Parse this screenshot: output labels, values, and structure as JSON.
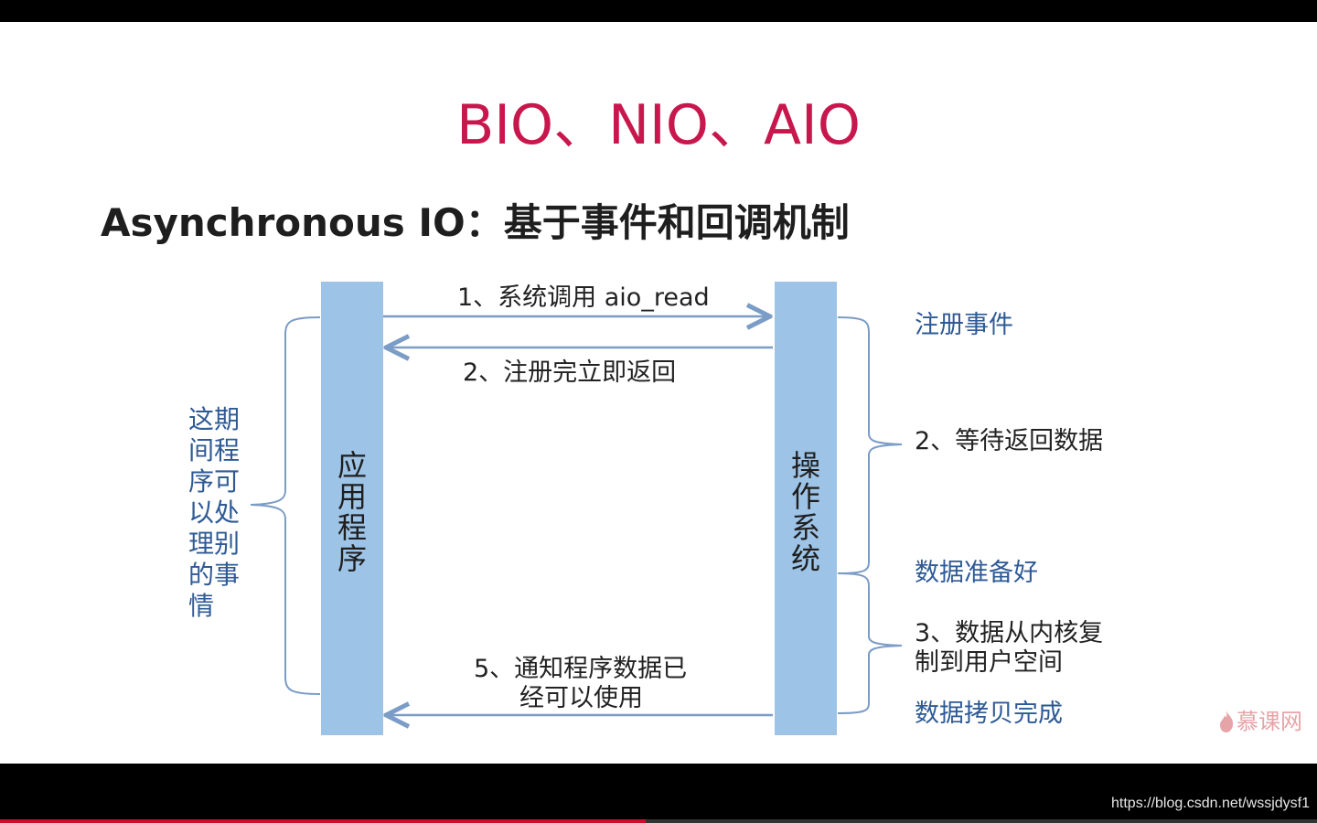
{
  "slide": {
    "title": "BIO、NIO、AIO",
    "subtitle": "Asynchronous IO：基于事件和回调机制"
  },
  "diagram": {
    "app_bar": "应用程序",
    "os_bar": "操作系统",
    "left_note": "这期间程序可以处理别的事情",
    "arrow1": "1、系统调用 aio_read",
    "arrow2": "2、注册完立即返回",
    "arrow5_line1": "5、通知程序数据已",
    "arrow5_line2": "经可以使用",
    "right_register": "注册事件",
    "right_wait": "2、等待返回数据",
    "right_ready": "数据准备好",
    "right_copy_line1": "3、数据从内核复",
    "right_copy_line2": "制到用户空间",
    "right_done": "数据拷贝完成"
  },
  "colors": {
    "title": "#c8174d",
    "bar": "#9dc3e6",
    "arrow": "#7a9cc6",
    "note_blue": "#2e5a95"
  },
  "logo": {
    "text": "慕课网"
  },
  "watermark": "https://blog.csdn.net/wssjdysf1",
  "player": {
    "progress_fraction": 0.49
  }
}
